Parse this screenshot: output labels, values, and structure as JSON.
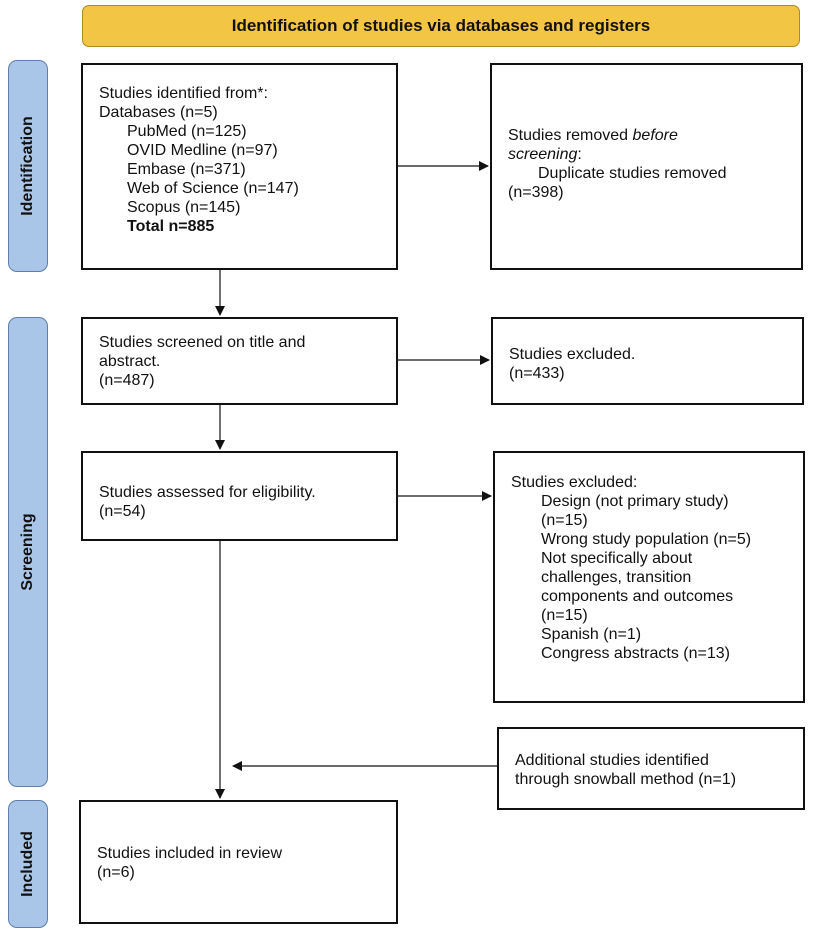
{
  "header": {
    "title": "Identification of studies via databases and registers"
  },
  "phases": {
    "identification": "Identification",
    "screening": "Screening",
    "included": "Included"
  },
  "identified": {
    "intro": "Studies identified from*:",
    "databases_label": "Databases (n=5)",
    "databases": [
      "PubMed (n=125)",
      "OVID Medline (n=97)",
      "Embase (n=371)",
      "Web of Science (n=147)",
      "Scopus (n=145)"
    ],
    "total": "Total n=885"
  },
  "removed": {
    "prefix": "Studies removed ",
    "emphasis": "before",
    "emphasis2": "screening",
    "suffix": ":",
    "item": "Duplicate studies removed",
    "count": "(n=398)"
  },
  "screened": {
    "line1": "Studies screened on title and",
    "line2": "abstract.",
    "count": "(n=487)"
  },
  "excluded_screen": {
    "line1": "Studies excluded.",
    "count": "(n=433)"
  },
  "eligibility": {
    "line1": "Studies assessed for eligibility.",
    "count": "(n=54)"
  },
  "excluded_eligibility": {
    "title": "Studies excluded:",
    "lines": [
      "Design (not primary study)",
      "(n=15)",
      "Wrong study population (n=5)",
      "Not specifically about",
      "challenges, transition",
      "components and outcomes",
      "(n=15)",
      "Spanish (n=1)",
      "Congress abstracts (n=13)"
    ]
  },
  "snowball": {
    "line1": "Additional studies identified",
    "line2": "through snowball method (n=1)"
  },
  "included": {
    "line1": "Studies included in review",
    "count": "(n=6)"
  },
  "colors": {
    "header_fill": "#f2c545",
    "phase_fill": "#a9c5e8"
  }
}
